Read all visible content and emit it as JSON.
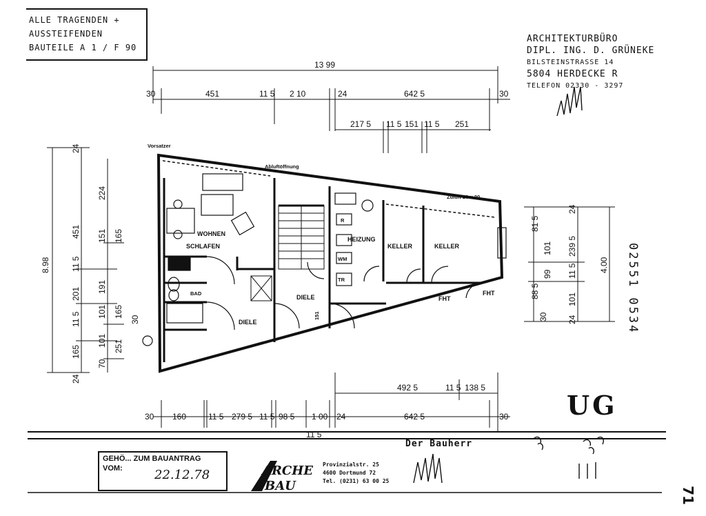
{
  "note": {
    "line1": "ALLE TRAGENDEN +",
    "line2": "AUSSTEIFENDEN",
    "line3": "BAUTEILE A 1 / F 90"
  },
  "architect": {
    "line1": "ARCHITEKTURBÜRO",
    "line2": "DIPL. ING. D. GRÜNEKE",
    "line3": "BILSTEINSTRASSE 14",
    "line4": "5804 HERDECKE R",
    "line5": "TELEFON 02330 - 3297"
  },
  "dimensions_top": {
    "total": "13 99",
    "row1": [
      "30",
      "451",
      "11 5",
      "2 10",
      "24",
      "642 5",
      "30"
    ],
    "row2": [
      "217 5",
      "11 5",
      "151",
      "11 5",
      "251"
    ]
  },
  "dimensions_bottom": {
    "row1": [
      "492 5",
      "11 5",
      "138 5"
    ],
    "row2": [
      "30",
      "160",
      "11 5",
      "279 5",
      "11 5",
      "98 5",
      "1 00",
      "24",
      "642 5",
      "30"
    ],
    "extra": "11 5"
  },
  "dimensions_left": {
    "total": "8.98",
    "outer": [
      "24",
      "451",
      "11 5",
      "201",
      "11 5",
      "165",
      "24"
    ],
    "mid": [
      "224",
      "151",
      "191",
      "101",
      "101",
      "70"
    ],
    "inner": [
      "165",
      "165",
      "251",
      "30"
    ]
  },
  "dimensions_right": {
    "col1": [
      "81 5",
      "101",
      "99",
      "88 5",
      "30"
    ],
    "col2": [
      "24",
      "239 5",
      "11 5",
      "101",
      "24"
    ],
    "total": "4.00"
  },
  "rooms": {
    "wohnen": "WOHNEN",
    "schlafen": "SCHLAFEN",
    "diele1": "DIELE",
    "diele2": "DIELE",
    "bad": "BAD",
    "heizung": "HEIZUNG",
    "keller1": "KELLER",
    "keller2": "KELLER",
    "fht1": "FHT",
    "fht2": "FHT",
    "wm": "WM",
    "tr": "TR",
    "r": "R"
  },
  "annotations": {
    "vorsatz": "Vorsatzer",
    "abluft": "Abluftöffnung",
    "zuluft": "Zuluft 20 × 20",
    "dim151": "151"
  },
  "code": "02551 0534",
  "floor": "UG",
  "stamp": {
    "line1": "GEHÖ... ZUM BAUANTRAG",
    "line2": "VOM:",
    "date": "22.12.78"
  },
  "firm": {
    "line1": "Provinzialstr. 25",
    "line2": "4600 Dortmund 72",
    "line3": "Tel. (0231) 63 00 25"
  },
  "bauherr": "Der Bauherr",
  "page": "71"
}
